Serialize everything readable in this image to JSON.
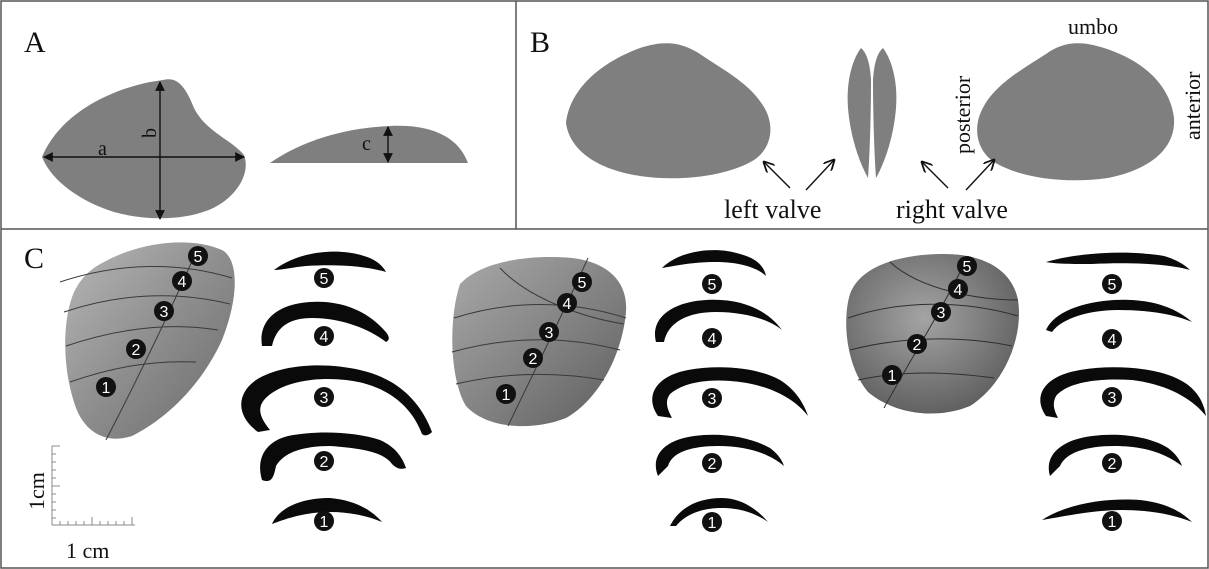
{
  "panels": {
    "a": {
      "label": "A",
      "dims": {
        "a": "a",
        "b": "b",
        "c": "c"
      }
    },
    "b": {
      "label": "B",
      "labels": {
        "umbo": "umbo",
        "posterior": "posterior",
        "anterior": "anterior",
        "left_valve": "left valve",
        "right_valve": "right valve"
      }
    },
    "c": {
      "label": "C",
      "scale": {
        "vertical": "1cm",
        "horizontal": "1 cm"
      },
      "section_numbers": [
        "1",
        "2",
        "3",
        "4",
        "5"
      ],
      "shell_count": 3
    }
  },
  "colors": {
    "shape_fill": "#7f7f7f",
    "section_fill": "#0a0a0a",
    "border": "#555555"
  }
}
